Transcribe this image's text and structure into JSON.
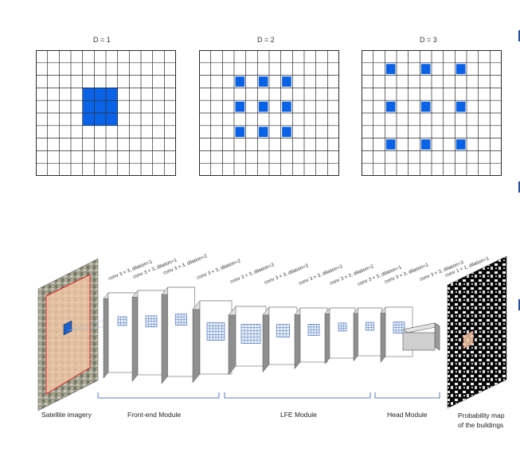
{
  "dilation_panels": [
    {
      "label": "D = 1",
      "dilation": 1
    },
    {
      "label": "D = 2",
      "dilation": 2
    },
    {
      "label": "D = 3",
      "dilation": 3
    }
  ],
  "grid": {
    "cols": 12,
    "rows": 10
  },
  "colors": {
    "cell_fill": "#0a63e6",
    "grid_line": "#2b2b2b",
    "overlay": "#f3c9a6",
    "module_line": "#2d5aa8"
  },
  "layers": [
    {
      "label": "conv 3 × 3, dilation=1"
    },
    {
      "label": "conv 3 × 3, dilation=1"
    },
    {
      "label": "conv 3 × 3, dilation=2"
    },
    {
      "label": "conv 3 × 3, dilation=2"
    },
    {
      "label": "conv 3 × 3, dilation=3"
    },
    {
      "label": "conv 3 × 3, dilation=3"
    },
    {
      "label": "conv 3 × 3, dilation=2"
    },
    {
      "label": "conv 3 × 3, dilation=2"
    },
    {
      "label": "conv 3 × 3, dilation=1"
    },
    {
      "label": "conv 3 × 3, dilation=1"
    },
    {
      "label": "conv 3 × 3, dilation=3"
    },
    {
      "label": "conv 1 × 1, dilation=1"
    }
  ],
  "captions": {
    "input": "Satellite imagery",
    "front_end": "Front-end Module",
    "lfe": "LFE Module",
    "head": "Head Module",
    "output_line1": "Probability map",
    "output_line2": "of the buildings"
  }
}
